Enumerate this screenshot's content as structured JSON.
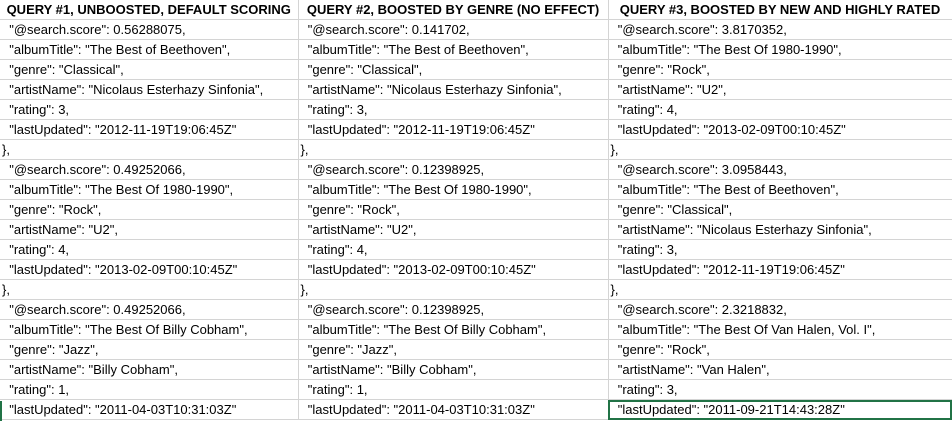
{
  "headers": [
    "QUERY #1, UNBOOSTED, DEFAULT SCORING",
    "QUERY #2, BOOSTED BY GENRE (NO EFFECT)",
    "QUERY #3, BOOSTED BY NEW AND HIGHLY RATED"
  ],
  "rows": [
    [
      "  \"@search.score\": 0.56288075,",
      "  \"@search.score\": 0.141702,",
      "  \"@search.score\": 3.8170352,"
    ],
    [
      "  \"albumTitle\": \"The Best of Beethoven\",",
      "  \"albumTitle\": \"The Best of Beethoven\",",
      "  \"albumTitle\": \"The Best Of 1980-1990\","
    ],
    [
      "  \"genre\": \"Classical\",",
      "  \"genre\": \"Classical\",",
      "  \"genre\": \"Rock\","
    ],
    [
      "  \"artistName\": \"Nicolaus Esterhazy Sinfonia\",",
      "  \"artistName\": \"Nicolaus Esterhazy Sinfonia\",",
      "  \"artistName\": \"U2\","
    ],
    [
      "  \"rating\": 3,",
      "  \"rating\": 3,",
      "  \"rating\": 4,"
    ],
    [
      "  \"lastUpdated\": \"2012-11-19T19:06:45Z\"",
      "  \"lastUpdated\": \"2012-11-19T19:06:45Z\"",
      "  \"lastUpdated\": \"2013-02-09T00:10:45Z\""
    ],
    [
      "},",
      "},",
      "},"
    ],
    [
      "  \"@search.score\": 0.49252066,",
      "  \"@search.score\": 0.12398925,",
      "  \"@search.score\": 3.0958443,"
    ],
    [
      "  \"albumTitle\": \"The Best Of 1980-1990\",",
      "  \"albumTitle\": \"The Best Of 1980-1990\",",
      "  \"albumTitle\": \"The Best of Beethoven\","
    ],
    [
      "  \"genre\": \"Rock\",",
      "  \"genre\": \"Rock\",",
      "  \"genre\": \"Classical\","
    ],
    [
      "  \"artistName\": \"U2\",",
      "  \"artistName\": \"U2\",",
      "  \"artistName\": \"Nicolaus Esterhazy Sinfonia\","
    ],
    [
      "  \"rating\": 4,",
      "  \"rating\": 4,",
      "  \"rating\": 3,"
    ],
    [
      "  \"lastUpdated\": \"2013-02-09T00:10:45Z\"",
      "  \"lastUpdated\": \"2013-02-09T00:10:45Z\"",
      "  \"lastUpdated\": \"2012-11-19T19:06:45Z\""
    ],
    [
      "},",
      "},",
      "},"
    ],
    [
      "  \"@search.score\": 0.49252066,",
      "  \"@search.score\": 0.12398925,",
      "  \"@search.score\": 2.3218832,"
    ],
    [
      "  \"albumTitle\": \"The Best Of Billy Cobham\",",
      "  \"albumTitle\": \"The Best Of Billy Cobham\",",
      "  \"albumTitle\": \"The Best Of Van Halen, Vol. I\","
    ],
    [
      "  \"genre\": \"Jazz\",",
      "  \"genre\": \"Jazz\",",
      "  \"genre\": \"Rock\","
    ],
    [
      "  \"artistName\": \"Billy Cobham\",",
      "  \"artistName\": \"Billy Cobham\",",
      "  \"artistName\": \"Van Halen\","
    ],
    [
      "  \"rating\": 1,",
      "  \"rating\": 1,",
      "  \"rating\": 3,"
    ],
    [
      "  \"lastUpdated\": \"2011-04-03T10:31:03Z\"",
      "  \"lastUpdated\": \"2011-04-03T10:31:03Z\"",
      "  \"lastUpdated\": \"2011-09-21T14:43:28Z\""
    ]
  ],
  "selection": {
    "row": 19,
    "col": 2
  },
  "colors": {
    "grid_line": "#d4d4d4",
    "selection_border": "#217346"
  }
}
